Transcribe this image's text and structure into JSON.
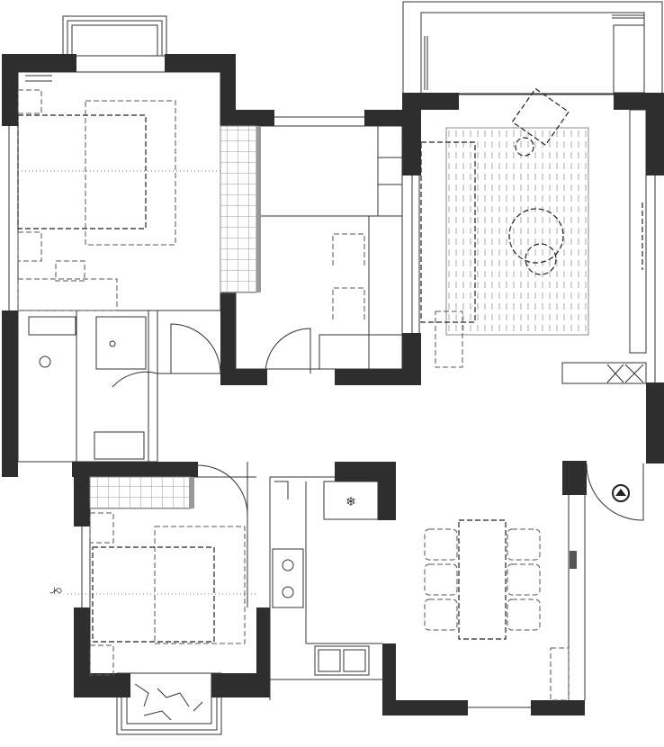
{
  "plan": {
    "title_mark": "ঠ",
    "colors": {
      "wall": "#2e2e2e",
      "line": "#333333",
      "furniture_dash": "#555555",
      "background": "#ffffff"
    },
    "rooms": [
      "master-bedroom",
      "bathroom",
      "corridor",
      "study",
      "living-room",
      "kitchen",
      "dining-area",
      "second-bedroom",
      "balcony"
    ]
  }
}
